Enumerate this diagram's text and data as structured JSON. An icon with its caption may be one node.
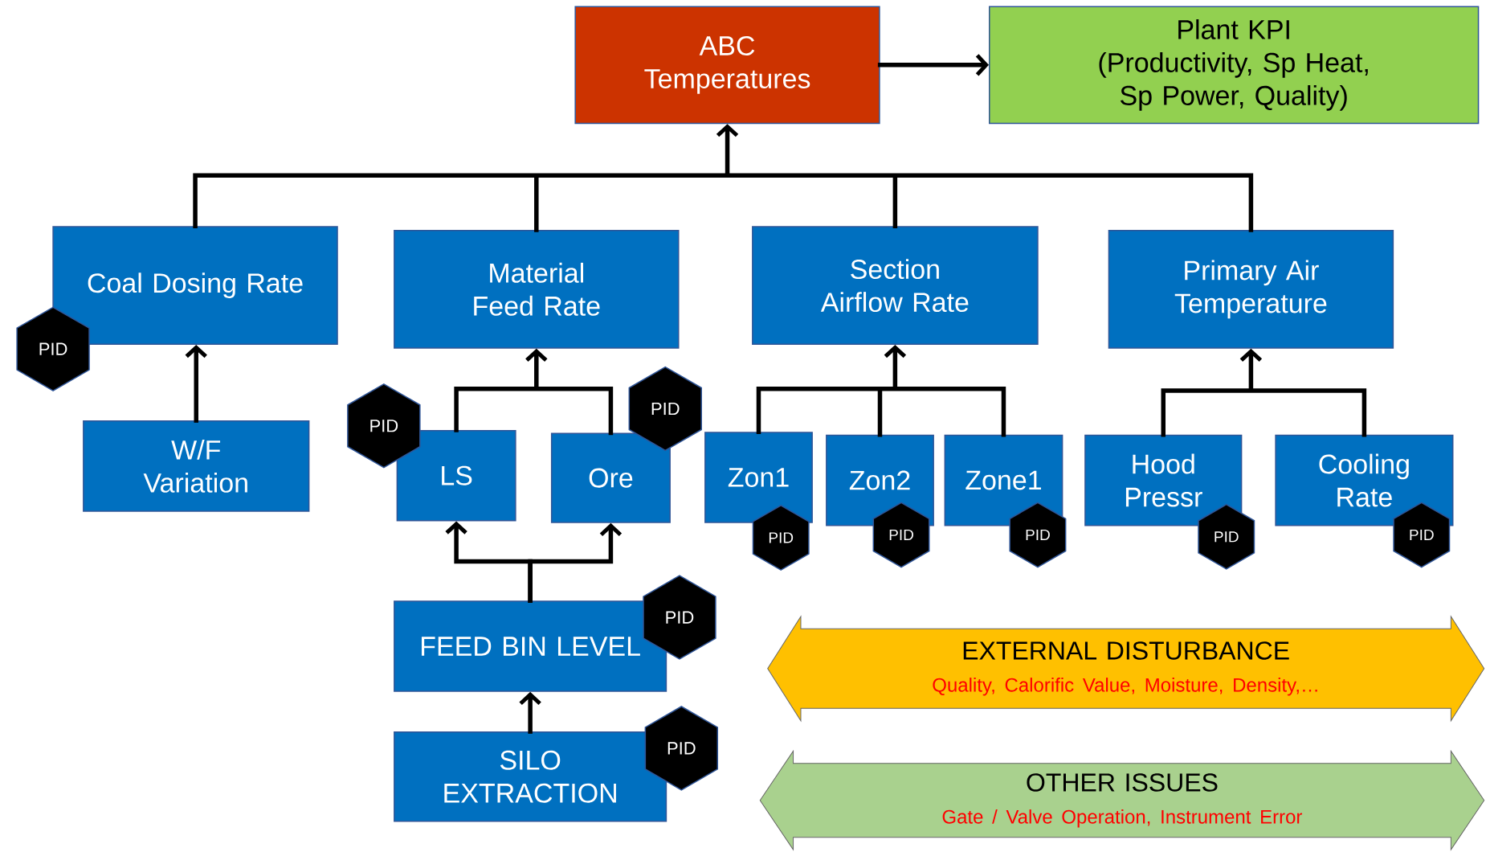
{
  "diagram": {
    "nodes": [
      {
        "text": [
          "ABC Temperatures"
        ]
      },
      {
        "text": [
          "Plant KPI",
          "(Productivity, Sp Heat, Sp Power, Quality)"
        ]
      },
      {
        "text": [
          "Coal Dosing Rate"
        ]
      },
      {
        "text": [
          "Material Feed Rate"
        ]
      },
      {
        "text": [
          "Section Airflow Rate"
        ]
      },
      {
        "text": [
          "Primary Air Temperature"
        ]
      },
      {
        "text": [
          "W/F Variation"
        ]
      },
      {
        "text": [
          "LS"
        ]
      },
      {
        "text": [
          "Ore"
        ]
      },
      {
        "text": [
          "Zon1"
        ]
      },
      {
        "text": [
          "Zon2"
        ]
      },
      {
        "text": [
          "Zone1"
        ]
      },
      {
        "text": [
          "Hood Pressr"
        ]
      },
      {
        "text": [
          "Cooling Rate"
        ]
      },
      {
        "text": [
          "FEED BIN LEVEL"
        ]
      },
      {
        "text": [
          "SILO EXTRACTION"
        ]
      },
      {
        "text": [
          "EXTERNAL DISTURBANCE",
          "Quality, Calorific Value, Moisture, Density,…"
        ]
      },
      {
        "text": [
          "OTHER ISSUES",
          "Gate / Valve Operation, Instrument Error"
        ]
      },
      {
        "text": [
          "PID"
        ]
      },
      {
        "text": [
          "PID"
        ]
      },
      {
        "text": [
          "PID"
        ]
      },
      {
        "text": [
          "PID"
        ]
      },
      {
        "text": [
          "PID"
        ]
      },
      {
        "text": [
          "PID"
        ]
      },
      {
        "text": [
          "PID"
        ]
      },
      {
        "text": [
          "PID"
        ]
      },
      {
        "text": [
          "PID"
        ]
      },
      {
        "text": [
          "PID"
        ]
      }
    ],
    "edges": [
      {
        "from": 0,
        "to": 1,
        "arrow": "to"
      },
      {
        "from": 2,
        "to": 0,
        "arrow": "to"
      },
      {
        "from": 3,
        "to": 0,
        "arrow": "to"
      },
      {
        "from": 4,
        "to": 0,
        "arrow": "to"
      },
      {
        "from": 5,
        "to": 0,
        "arrow": "to"
      },
      {
        "from": 6,
        "to": 2,
        "arrow": "to"
      },
      {
        "from": 7,
        "to": 3,
        "arrow": "to"
      },
      {
        "from": 8,
        "to": 3,
        "arrow": "to"
      },
      {
        "from": 9,
        "to": 4,
        "arrow": "to"
      },
      {
        "from": 10,
        "to": 4,
        "arrow": "to"
      },
      {
        "from": 11,
        "to": 4,
        "arrow": "to"
      },
      {
        "from": 12,
        "to": 5,
        "arrow": "to"
      },
      {
        "from": 13,
        "to": 5,
        "arrow": "to"
      },
      {
        "from": 14,
        "to": 7,
        "arrow": "to"
      },
      {
        "from": 14,
        "to": 8,
        "arrow": "to"
      },
      {
        "from": 15,
        "to": 14,
        "arrow": "to"
      }
    ]
  }
}
